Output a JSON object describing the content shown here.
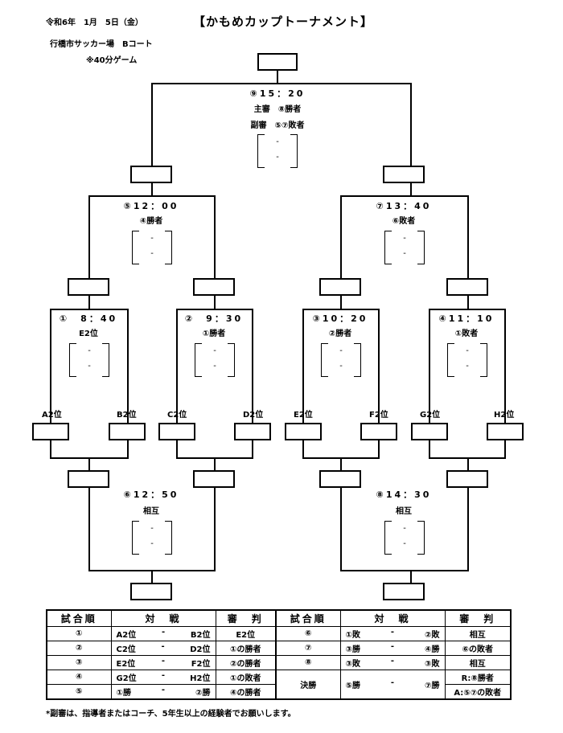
{
  "header": {
    "date": "令和6年　1月　5日（金）",
    "title": "【かもめカップトーナメント】",
    "venue": "行橋市サッカー場　Bコート",
    "note": "※40分ゲーム"
  },
  "bracket": {
    "final": {
      "time": "⑨15：20",
      "referee": "主審　⑧勝者",
      "sub_referee": "副審　⑤⑦敗者",
      "score": [
        "-",
        "-"
      ]
    },
    "semi_left": {
      "time": "⑤12：00",
      "referee": "④勝者",
      "score": [
        "-",
        "-"
      ]
    },
    "semi_right": {
      "time": "⑦13：40",
      "referee": "⑥敗者",
      "score": [
        "-",
        "-"
      ]
    },
    "m1": {
      "time": "①　8：40",
      "referee": "E2位",
      "score": [
        "-",
        "-"
      ]
    },
    "m2": {
      "time": "②　9：30",
      "referee": "①勝者",
      "score": [
        "-",
        "-"
      ]
    },
    "m3": {
      "time": "③10：20",
      "referee": "②勝者",
      "score": [
        "-",
        "-"
      ]
    },
    "m4": {
      "time": "④11：10",
      "referee": "①敗者",
      "score": [
        "-",
        "-"
      ]
    },
    "m6": {
      "time": "⑥12：50",
      "referee": "相互",
      "score": [
        "-",
        "-"
      ]
    },
    "m8": {
      "time": "⑧14：30",
      "referee": "相互",
      "score": [
        "-",
        "-"
      ]
    },
    "teams": [
      "A2位",
      "B2位",
      "C2位",
      "D2位",
      "E2位",
      "F2位",
      "G2位",
      "H2位"
    ]
  },
  "schedule": {
    "headers": [
      "試合順",
      "対　戦",
      "審　判",
      "試合順",
      "対　戦",
      "審　判"
    ],
    "rows": [
      {
        "no": "①",
        "a": "A2位",
        "sep": "-",
        "b": "B2位",
        "ref": "E2位",
        "no2": "⑥",
        "a2": "①敗",
        "sep2": "-",
        "b2": "②敗",
        "ref2": "相互"
      },
      {
        "no": "②",
        "a": "C2位",
        "sep": "-",
        "b": "D2位",
        "ref": "①の勝者",
        "no2": "⑦",
        "a2": "③勝",
        "sep2": "-",
        "b2": "④勝",
        "ref2": "⑥の敗者"
      },
      {
        "no": "③",
        "a": "E2位",
        "sep": "-",
        "b": "F2位",
        "ref": "②の勝者",
        "no2": "⑧",
        "a2": "③敗",
        "sep2": "-",
        "b2": "③敗",
        "ref2": "相互"
      },
      {
        "no": "④",
        "a": "G2位",
        "sep": "-",
        "b": "H2位",
        "ref": "①の敗者"
      },
      {
        "no": "⑤",
        "a": "①勝",
        "sep": "-",
        "b": "②勝",
        "ref": "④の勝者"
      }
    ],
    "final_row": {
      "no": "決勝",
      "a": "⑤勝",
      "sep": "-",
      "b": "⑦勝",
      "ref_main": "R:⑧勝者",
      "ref_sub": "A:⑤⑦の敗者"
    }
  },
  "footnote": "*副審は、指導者またはコーチ、5年生以上の経験者でお願いします。"
}
